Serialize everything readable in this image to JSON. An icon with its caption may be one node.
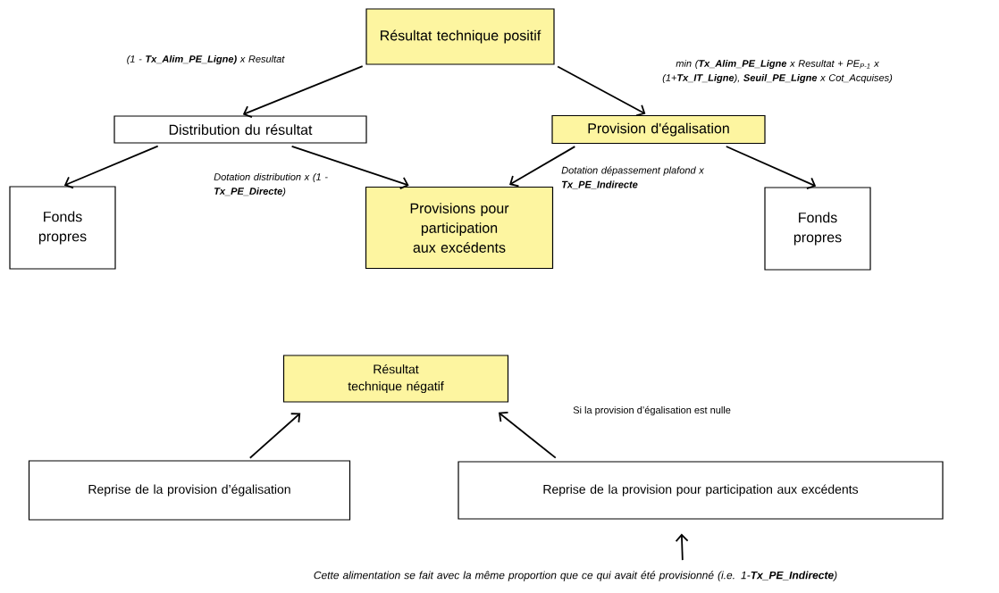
{
  "diagram": {
    "nodes": [
      {
        "text": [
          "Résultat technique positif"
        ]
      },
      {
        "text": [
          "Distribution du résultat"
        ]
      },
      {
        "text": [
          "Provision d'égalisation"
        ]
      },
      {
        "text": [
          "Fonds propres"
        ]
      },
      {
        "text": [
          "Provisions pour participation aux excédents"
        ]
      },
      {
        "text": [
          "Fonds propres"
        ]
      },
      {
        "text": [
          "Résultat technique négatif"
        ]
      },
      {
        "text": [
          "Reprise de la provision d’égalisation"
        ]
      },
      {
        "text": [
          "Reprise de la provision pour participation aux excédents"
        ]
      },
      {
        "text": [
          "Cette alimentation se fait avec la même proportion que ce qui avait été provisionné (i.e. 1-**Tx_PE_Indirecte**)"
        ]
      }
    ],
    "edges": [
      {
        "from": 0,
        "to": 1,
        "arrow": "to",
        "label": "(1 - **Tx_Alim_PE_Ligne)** x Resultat"
      },
      {
        "from": 0,
        "to": 2,
        "arrow": "to",
        "label": "min (**Tx_Alim_PE_Ligne** x Resultat + PE$_{P-1}$ x (1+**Tx_IT_Ligne**), **Seuil_PE_Ligne** x Cot_Acquises)"
      },
      {
        "from": 1,
        "to": 3,
        "arrow": "to"
      },
      {
        "from": 1,
        "to": 4,
        "arrow": "to",
        "label": "Dotation distribution x (1 - **Tx_PE_Directe**)"
      },
      {
        "from": 2,
        "to": 4,
        "arrow": "to",
        "label": "Dotation dépassement plafond x **Tx_PE_Indirecte**"
      },
      {
        "from": 2,
        "to": 5,
        "arrow": "to"
      },
      {
        "from": 7,
        "to": 6,
        "arrow": "to"
      },
      {
        "from": 8,
        "to": 6,
        "arrow": "to"
      },
      {
        "from": 9,
        "to": 8,
        "arrow": "to"
      }
    ],
    "labels": [
      "Si la provision d’égalisation est nulle"
    ]
  }
}
